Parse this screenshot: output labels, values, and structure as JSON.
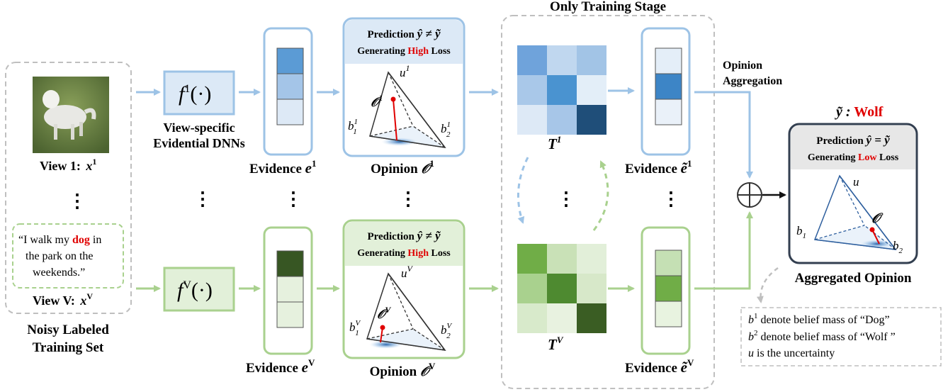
{
  "stage": {
    "title": "Only Training Stage"
  },
  "dataset": {
    "view1_label": "View 1:",
    "view1_var": "x",
    "view1_sup": "1",
    "viewV_label": "View V:",
    "viewV_var": "x",
    "viewV_sup": "V",
    "text_line1_pre": "“I walk my ",
    "text_line1_hl": "dog",
    "text_line1_post": " in",
    "text_line2": "the park on the",
    "text_line3": "weekends.”",
    "caption_line1": "Noisy Labeled",
    "caption_line2": "Training Set"
  },
  "dnn": {
    "f1_text": "f",
    "f1_sup": "1",
    "f1_arg": "(·)",
    "fV_text": "f",
    "fV_sup": "V",
    "fV_arg": "(·)",
    "caption_line1": "View-specific",
    "caption_line2": "Evidential DNNs"
  },
  "evidence": {
    "label": "Evidence",
    "var": "e",
    "sup1": "1",
    "supV": "V",
    "tilde_var": "ẽ"
  },
  "opinion": {
    "label": "Opinion",
    "var": "𝒪",
    "sup1": "1",
    "supV": "V",
    "pred_text": "Prediction",
    "pred_neq": "ŷ ≠ ỹ",
    "pred_eq": "ŷ = ỹ",
    "gen_text": "Generating",
    "high": "High",
    "low": "Low",
    "loss": "Loss",
    "b1_1": "b",
    "u_1": "u",
    "b_sub1": "1",
    "b_sub2": "2",
    "sup_one": "1",
    "sup_V": "V"
  },
  "transition": {
    "var": "T",
    "sup1": "1",
    "supV": "V"
  },
  "aggregation": {
    "label_line1": "Opinion",
    "label_line2": "Aggregation",
    "ytilde": "ỹ :",
    "wolf": "Wolf",
    "caption": "Aggregated Opinion",
    "u": "u",
    "b1": "b",
    "b2": "b",
    "o": "𝒪"
  },
  "dots": "⋮",
  "legend": {
    "line1_var": "b",
    "line1_sup": "1",
    "line1_text": " denote belief mass of “Dog”",
    "line2_var": "b",
    "line2_sup": "2",
    "line2_text": " denote belief mass of “Wolf ”",
    "line3_var": "u",
    "line3_text": " is the uncertainty"
  },
  "colors": {
    "blue_border": "#9dc3e6",
    "blue_fill": "#dce9f6",
    "green_border": "#a9d18e",
    "green_fill": "#e2f0d9",
    "highlight_red": "#e00000",
    "dashed_gray": "#bfbfbf",
    "dark_frame": "#333f50"
  },
  "evidence_cells": {
    "blue": [
      "#5b9bd5",
      "#a4c5e8",
      "#dde9f6"
    ],
    "green": [
      "#375623",
      "#e6f1de",
      "#e6f1de"
    ],
    "blue_tilde": [
      "#e4eef8",
      "#3d85c6",
      "#eaf1f9"
    ],
    "green_tilde": [
      "#c5e0b4",
      "#70ad47",
      "#e8f3e0"
    ]
  },
  "matrix_cells": {
    "blue": [
      "#6fa3db",
      "#c0d7ef",
      "#a2c4e6",
      "#a9c8e9",
      "#4a93d0",
      "#e3eef8",
      "#dde9f6",
      "#a7c6e8",
      "#1f4e79"
    ],
    "green": [
      "#70ad47",
      "#c9e1b7",
      "#e2efd9",
      "#a9d18e",
      "#4e8a30",
      "#d7e8c9",
      "#d8eacb",
      "#e8f2e0",
      "#3a5d23"
    ]
  }
}
